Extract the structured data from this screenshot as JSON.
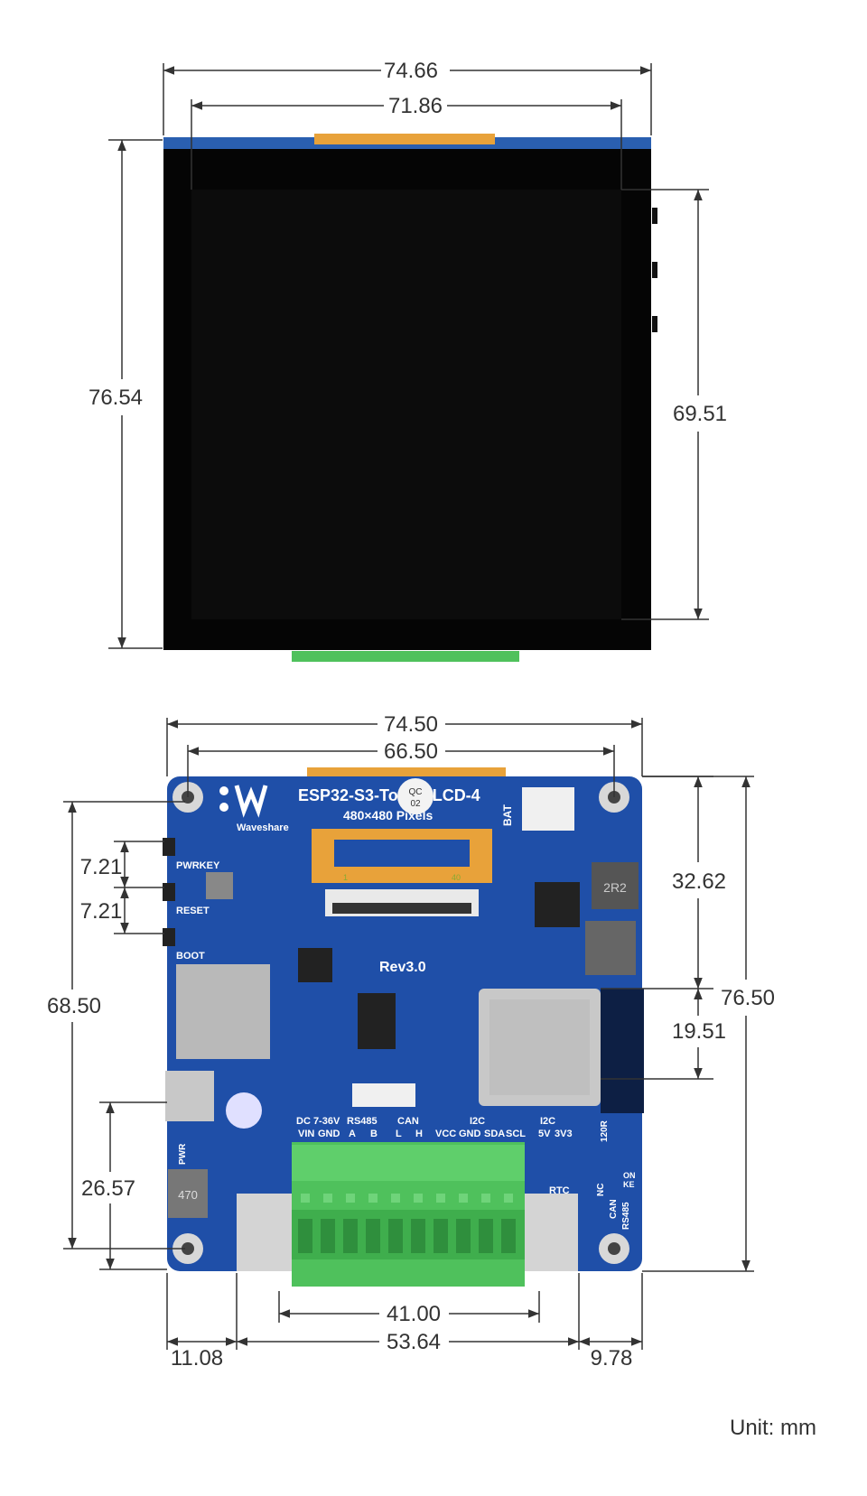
{
  "dimensions": {
    "top_width_outer": "74.66",
    "top_width_inner": "71.86",
    "top_height_outer": "76.54",
    "top_height_inner": "69.51",
    "bottom_width_outer": "74.50",
    "bottom_width_inner": "66.50",
    "bottom_height_outer": "76.50",
    "bottom_height_left": "68.50",
    "key_spacing_1": "7.21",
    "key_spacing_2": "7.21",
    "upper_right": "32.62",
    "module_height": "19.51",
    "usb_to_edge": "26.57",
    "terminal_width": "41.00",
    "middle_span": "53.64",
    "left_offset": "11.08",
    "right_offset": "9.78"
  },
  "unit_label": "Unit: mm",
  "board": {
    "title": "ESP32-S3-Touch-LCD-4",
    "subtitle": "480×480 Pixels",
    "brand": "Waveshare",
    "rev": "Rev3.0",
    "buttons": [
      "PWRKEY",
      "RESET",
      "BOOT"
    ],
    "bat": "BAT",
    "power_group": "DC 7-36V",
    "power_pins": [
      "VIN",
      "GND"
    ],
    "rs485_group": "RS485",
    "rs485_pins": [
      "A",
      "B"
    ],
    "can_group": "CAN",
    "can_pins": [
      "L",
      "H"
    ],
    "i2c_group": "I2C",
    "i2c_pins": [
      "VCC",
      "GND",
      "SDA",
      "SCL"
    ],
    "i2c_voltage_group": "I2C",
    "i2c_voltage_pins": [
      "5V",
      "3V3"
    ],
    "rtc": "RTC",
    "pwr": "PWR",
    "resistor": "120R",
    "switch_labels": [
      "NC",
      "CAN",
      "RS485",
      "ON",
      "KE"
    ],
    "inductor_1": "2R2",
    "inductor_2": "470",
    "fpc_pins": [
      "1",
      "40"
    ],
    "qc_stamp": [
      "QC",
      "02"
    ]
  },
  "colors": {
    "pcb": "#1f4fa8",
    "screen": "#0a0a0a",
    "terminal": "#4fc15c",
    "fpc": "#e8a23a"
  }
}
